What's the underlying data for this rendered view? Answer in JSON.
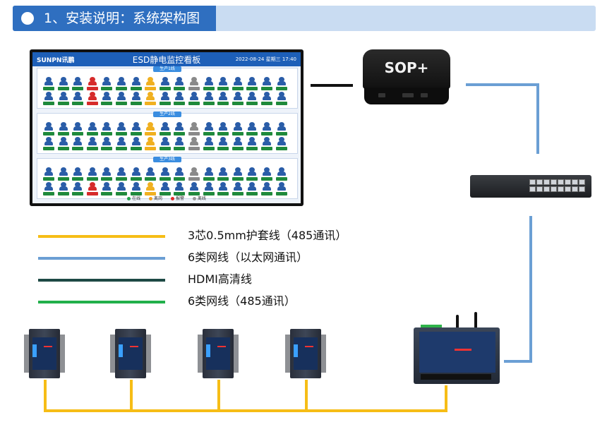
{
  "banner": {
    "title": "1、安装说明：系统架构图"
  },
  "monitor": {
    "brand": "SUNPN讯鹏",
    "board_title": "ESD静电监控看板",
    "datetime": "2022-08-24  星期三  17:40",
    "lines": [
      {
        "label": "生产1线"
      },
      {
        "label": "生产2线"
      },
      {
        "label": "生产3线"
      }
    ],
    "status_legend": [
      "在线",
      "离岗",
      "报警",
      "离线"
    ]
  },
  "sop_box": {
    "logo": "SOP+"
  },
  "legend": {
    "items": [
      {
        "text": "3芯0.5mm护套线（485通讯）",
        "color": "#f6bd16"
      },
      {
        "text": "6类网线（以太网通讯）",
        "color": "#6b9fd4"
      },
      {
        "text": "HDMI高清线",
        "color": "#1e4a45"
      },
      {
        "text": "6类网线（485通讯）",
        "color": "#22b04b"
      }
    ]
  },
  "colors": {
    "rs485_cable": "#f6bd16",
    "ethernet_cable": "#6b9fd4",
    "hdmi_cable": "#111111",
    "banner_dark": "#2f6fc0",
    "banner_light": "#c9dcf2"
  }
}
